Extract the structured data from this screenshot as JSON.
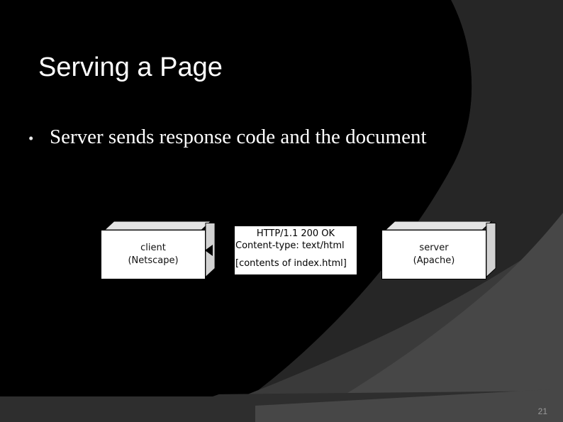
{
  "slide": {
    "title": "Serving a Page",
    "page_number": "21",
    "background_color": "#000000"
  },
  "bullets": [
    {
      "marker": "•",
      "text": "Server sends response code and the document"
    }
  ],
  "diagram": {
    "type": "sequence",
    "nodes": [
      {
        "id": "client",
        "line1": "client",
        "line2": "(Netscape)",
        "shape": "3d-box",
        "fill": "#ffffff"
      },
      {
        "id": "server",
        "line1": "server",
        "line2": "(Apache)",
        "shape": "3d-box",
        "fill": "#ffffff"
      }
    ],
    "message": {
      "lines": [
        "HTTP/1.1 200 OK",
        "Content-type: text/html",
        "",
        "[contents of index.html]"
      ],
      "fill": "#ffffff"
    },
    "arrow": {
      "direction": "left",
      "from": "server",
      "to": "client"
    }
  },
  "theme": {
    "arc_dark": "#262626",
    "arc_mid": "#3a3a3a",
    "arc_light": "#474747",
    "page_number_color": "#9a9a9a",
    "title_color": "#ffffff",
    "bullet_color": "#ffffff"
  }
}
